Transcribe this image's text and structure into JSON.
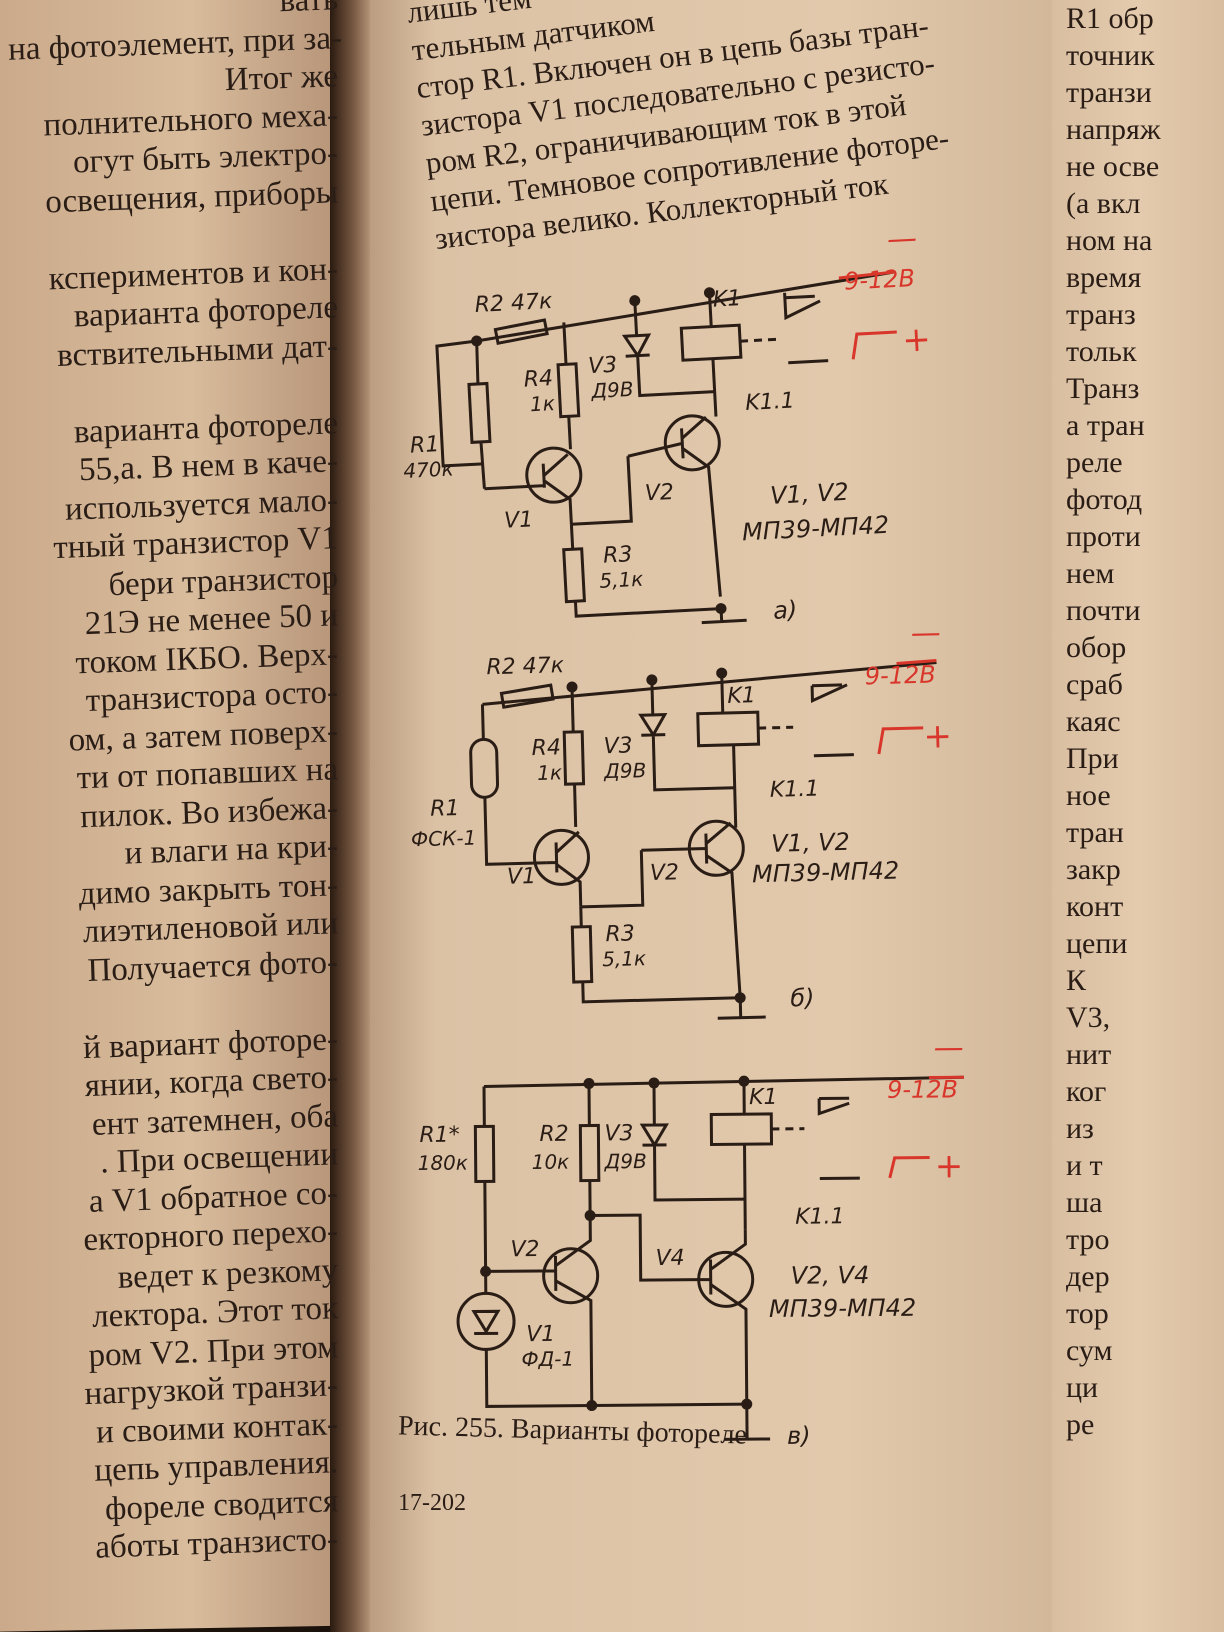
{
  "left_column": {
    "lines": [
      "вать",
      "на фотоэлемент, при за-",
      "Итог же",
      "полнительного меха-",
      "огут быть электро-",
      "освещения, приборы",
      "",
      "кспериментов и кон-",
      "варианта фотореле",
      "вствительными дат-",
      "",
      "варианта фотореле",
      "55,а. В нем в каче-",
      "используется мало-",
      "тный транзистор V1",
      "бери транзистор",
      "21Э не менее 50 и",
      "током IКБО. Верх-",
      "транзистора осто-",
      "ом, а затем поверх-",
      "ти от попавших на",
      "пилок. Во избежа-",
      "и влаги на кри-",
      "димо закрыть тон-",
      "лиэтиленовой или",
      "Получается фото-",
      "",
      "й вариант фоторе-",
      "янии, когда свето-",
      "ент затемнен, оба",
      ". При освещении",
      "а V1 обратное со-",
      "екторного перехо-",
      "ведет к резкому",
      "лектора. Этот ток",
      "ром V2. При этом",
      "нагрузкой транзи-",
      "и своими контак-",
      "цепь управления.",
      "фореле сводится",
      "аботы транзисто-"
    ]
  },
  "center_column": {
    "lines": [
      "лишь тем",
      "тельным датчиком",
      "стор R1. Включен он в цепь базы тран-",
      "зистора V1 последовательно с резисто-",
      "ром R2, ограничивающим ток в этой",
      "цепи. Темновое сопротивление фоторе-",
      "зистора велико. Коллекторный ток"
    ]
  },
  "right_column": {
    "lines": [
      "R1 обр",
      "точник",
      "транзи",
      "напряж",
      "не осве",
      "(а вкл",
      "ном на",
      "время",
      "транз",
      "тольк",
      "Транз",
      "а тран",
      "реле",
      "фотод",
      "проти",
      "нем",
      "почти",
      "обор",
      "сраб",
      "каяс",
      "При",
      "ное",
      "тран",
      "закр",
      "конт",
      "цепи",
      "К",
      "V3,",
      "нит",
      "ког",
      "из",
      "и т",
      "ша",
      "тро",
      "дер",
      "тор",
      "сум",
      "ци",
      "ре"
    ]
  },
  "figure": {
    "caption": "Рис. 255. Варианты фотореле",
    "page_number": "17-202",
    "accent_color": "#d9362b",
    "ink_color": "#2a1d16",
    "schematics": [
      {
        "id": "a",
        "label": "а)",
        "r2": "R2 47к",
        "r1": "R1",
        "r1_value": "470к",
        "r4": "R4",
        "r4_value": "1к",
        "v3": "V3",
        "v3_value": "Д9В",
        "k1": "K1",
        "k11": "K1.1",
        "v1": "V1",
        "v2": "V2",
        "transistors": "V1, V2",
        "transistor_type": "МП39-МП42",
        "r3": "R3",
        "r3_value": "5,1к",
        "supply": "9-12В",
        "minus": "—",
        "plus": "+"
      },
      {
        "id": "b",
        "label": "б)",
        "r2": "R2 47к",
        "r1": "R1",
        "r1_value": "ФСК-1",
        "r4": "R4",
        "r4_value": "1к",
        "v3": "V3",
        "v3_value": "Д9В",
        "k1": "K1",
        "k11": "K1.1",
        "v1": "V1",
        "v2": "V2",
        "transistors": "V1, V2",
        "transistor_type": "МП39-МП42",
        "r3": "R3",
        "r3_value": "5,1к",
        "supply": "9-12В",
        "minus": "—",
        "plus": "+"
      },
      {
        "id": "c",
        "label": "в)",
        "r1": "R1*",
        "r1_value": "180к",
        "r2": "R2",
        "r2_value": "10к",
        "v3": "V3",
        "v3_value": "Д9В",
        "k1": "K1",
        "k11": "K1.1",
        "v1": "V1",
        "v1_value": "ФД-1",
        "v2": "V2",
        "v4": "V4",
        "transistors": "V2, V4",
        "transistor_type": "МП39-МП42",
        "supply": "9-12В",
        "minus": "—",
        "plus": "+"
      }
    ]
  }
}
